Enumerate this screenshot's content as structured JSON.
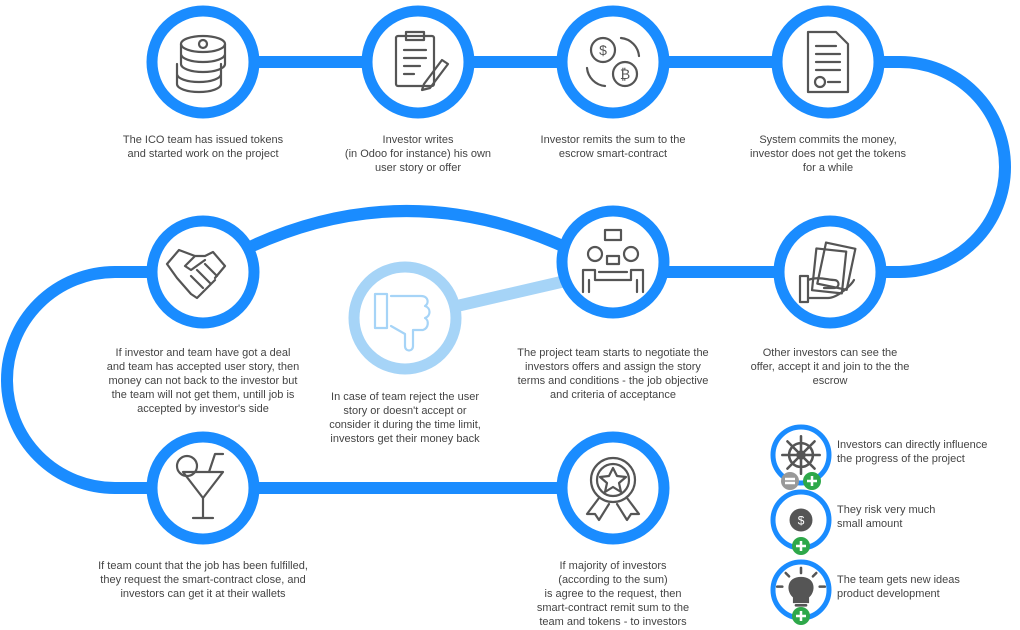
{
  "colors": {
    "path": "#1a8cff",
    "reject": "#a6d4f7",
    "icon": "#555555",
    "plus": "#2ea84a",
    "equal": "#999999"
  },
  "steps": [
    {
      "icon": "coins-icon",
      "text": "The ICO team has issued tokens\nand started work on the project"
    },
    {
      "icon": "clipboard-pencil-icon",
      "text": "Investor writes\n(in Odoo for instance) his own\nuser story or offer"
    },
    {
      "icon": "currency-exchange-icon",
      "text": "Investor remits the sum to the\nescrow smart-contract"
    },
    {
      "icon": "contract-document-icon",
      "text": "System commits the money,\ninvestor does not get the tokens\nfor a while"
    },
    {
      "icon": "cash-in-hand-icon",
      "text": "Other investors can see the\noffer, accept it and join to the the\nescrow"
    },
    {
      "icon": "negotiation-meeting-icon",
      "text": "The project team starts to negotiate the\ninvestors offers and assign the story\nterms and conditions - the job objective\nand criteria of acceptance"
    },
    {
      "icon": "thumbs-down-icon",
      "text": "In case of team reject the user\nstory or doesn't accept or\nconsider it during the time limit,\ninvestors get their money back"
    },
    {
      "icon": "handshake-icon",
      "text": "If investor and team have got a deal\nand team has accepted user story, then\nmoney can not back to the investor but\nthe team will not get them, untill job is\naccepted by investor's side"
    },
    {
      "icon": "cocktail-icon",
      "text": "If team count that the job has been fulfilled,\nthey request the smart-contract close, and\ninvestors can get it at their wallets"
    },
    {
      "icon": "award-badge-icon",
      "text": "If majority of  investors\n(according to the sum)\nis agree to the request, then\nsmart-contract remit sum to the\nteam and tokens - to investors"
    }
  ],
  "benefits": [
    {
      "icon": "ship-wheel-icon",
      "badges": [
        "equal",
        "plus"
      ],
      "text": "Investors can directly influence\nthe progress of the project"
    },
    {
      "icon": "dollar-coin-icon",
      "badges": [
        "plus"
      ],
      "text": "They risk very much\nsmall amount"
    },
    {
      "icon": "lightbulb-icon",
      "badges": [
        "plus"
      ],
      "text": "The team gets new ideas\nproduct development"
    }
  ]
}
